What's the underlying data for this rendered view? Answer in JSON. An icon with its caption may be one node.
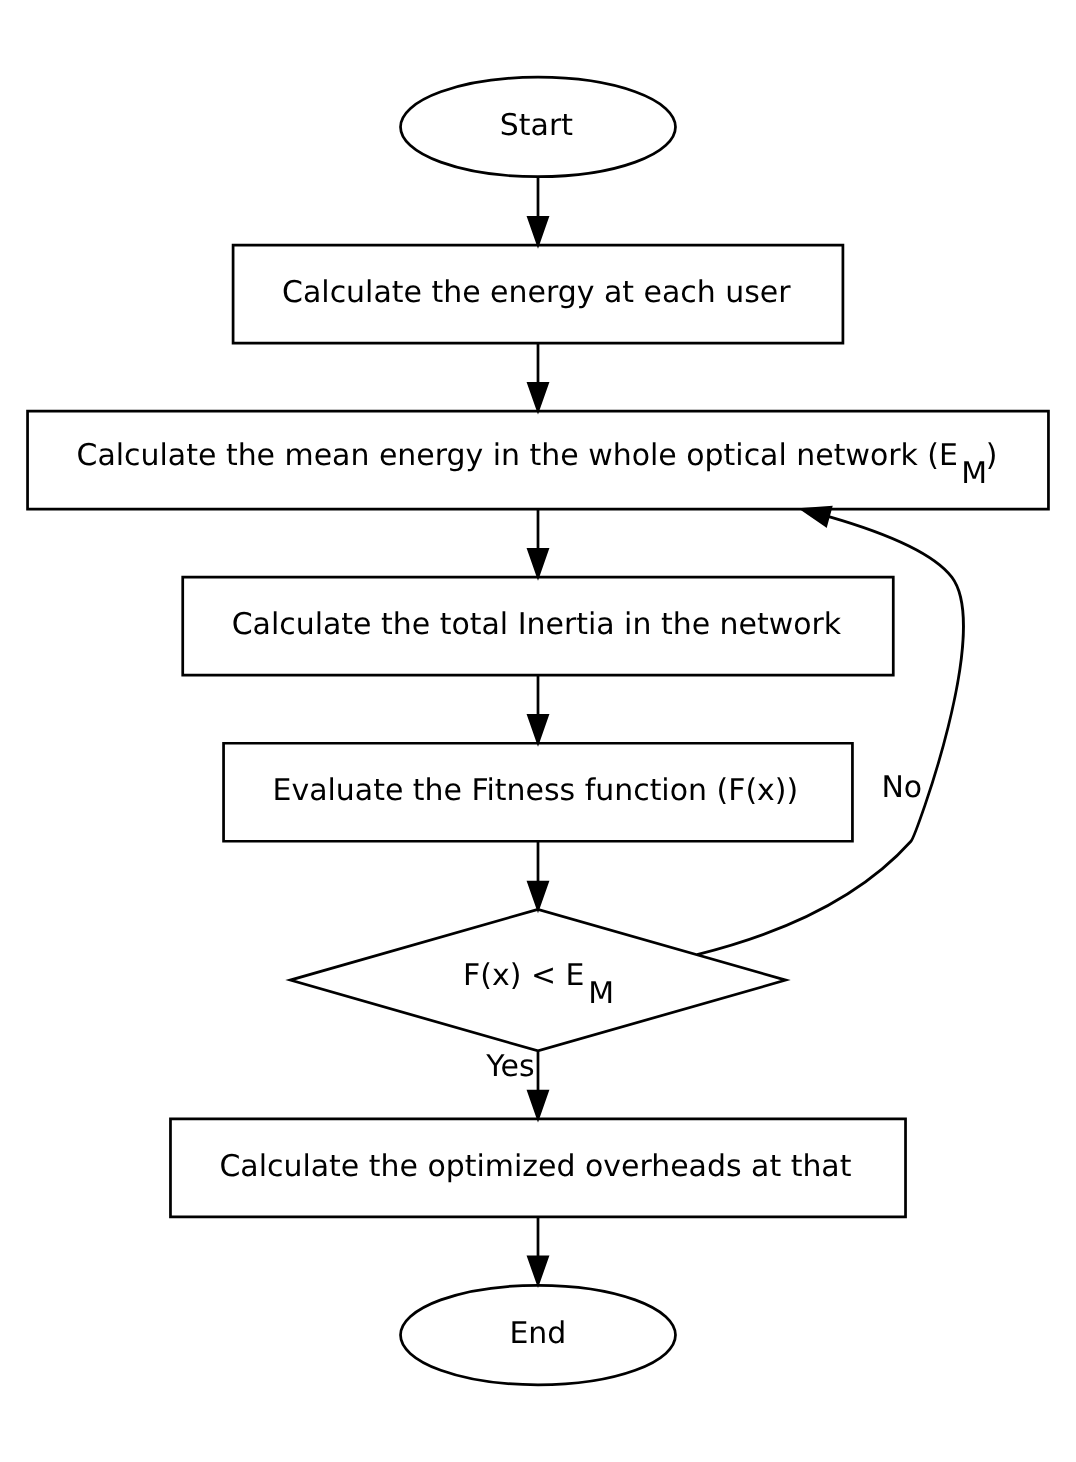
{
  "diagram": {
    "nodes": [
      {
        "text": [
          "Start"
        ]
      },
      {
        "text": [
          "Calculate the energy at each user"
        ]
      },
      {
        "text": [
          "Calculate the mean energy in the whole optical network (E$_{M}$)"
        ]
      },
      {
        "text": [
          "Calculate the total Inertia in the network"
        ]
      },
      {
        "text": [
          "Evaluate the Fitness function (F(x))"
        ]
      },
      {
        "text": [
          "F(x) < E$_{M}$"
        ]
      },
      {
        "text": [
          "Calculate the optimized overheads at that"
        ]
      },
      {
        "text": [
          "End"
        ]
      }
    ],
    "edges": [
      {
        "from": 0,
        "to": 1,
        "arrow": "to"
      },
      {
        "from": 1,
        "to": 2,
        "arrow": "to"
      },
      {
        "from": 2,
        "to": 3,
        "arrow": "to"
      },
      {
        "from": 3,
        "to": 4,
        "arrow": "to"
      },
      {
        "from": 4,
        "to": 5,
        "arrow": "to"
      },
      {
        "from": 5,
        "to": 2,
        "arrow": "to",
        "label": "No"
      },
      {
        "from": 5,
        "to": 6,
        "arrow": "to",
        "label": "Yes"
      },
      {
        "from": 6,
        "to": 7,
        "arrow": "to"
      }
    ]
  }
}
